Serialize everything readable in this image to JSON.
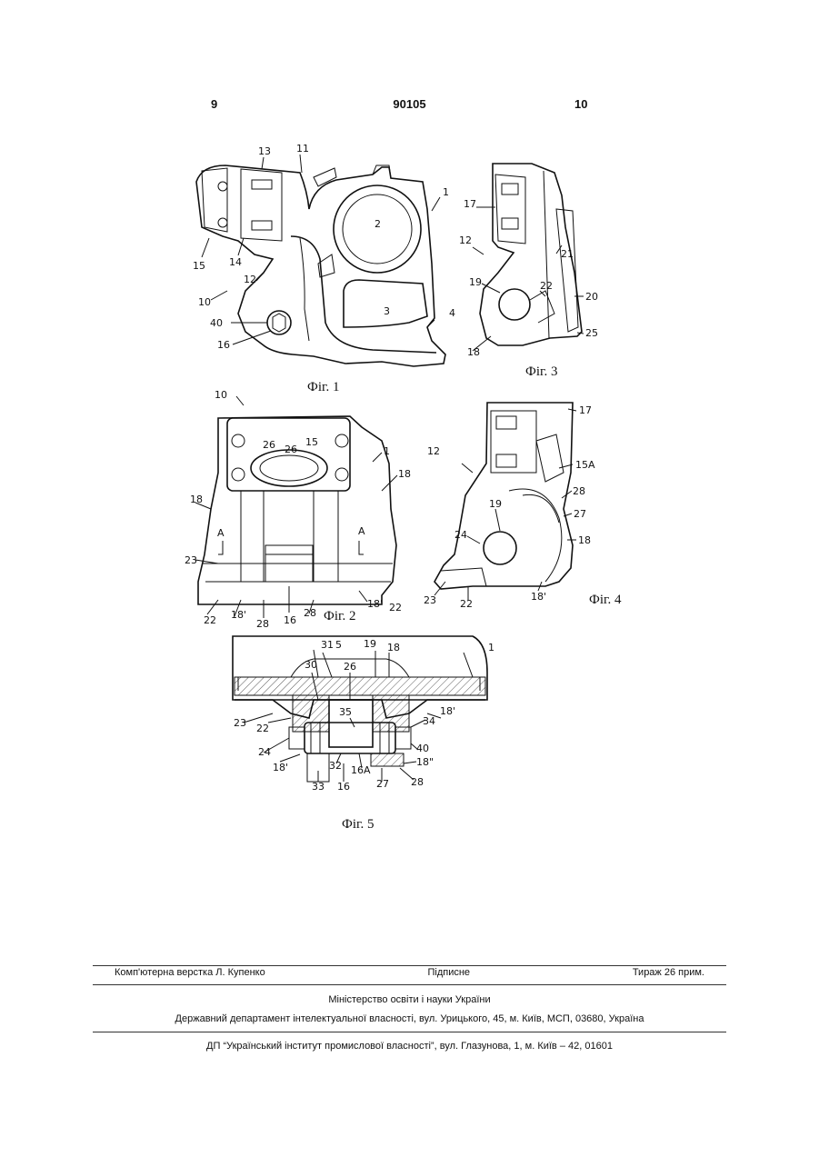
{
  "header": {
    "page_left": "9",
    "doc_number": "90105",
    "page_right": "10"
  },
  "figures": {
    "fig1": {
      "caption": "Фіг. 1",
      "labels": [
        "13",
        "11",
        "1",
        "2",
        "3",
        "4",
        "15",
        "14",
        "12",
        "10",
        "40",
        "16"
      ]
    },
    "fig2": {
      "caption": "Фіг. 2",
      "labels": [
        "10",
        "26",
        "26",
        "15",
        "1",
        "18",
        "18",
        "A",
        "A",
        "23",
        "22",
        "18'",
        "28",
        "16",
        "28",
        "18'",
        "22"
      ]
    },
    "fig3": {
      "caption": "Фіг. 3",
      "labels": [
        "17",
        "12",
        "21",
        "19",
        "22",
        "20",
        "18",
        "25"
      ]
    },
    "fig4": {
      "caption": "Фіг. 4",
      "labels": [
        "17",
        "12",
        "15A",
        "28",
        "27",
        "19",
        "24",
        "18",
        "23",
        "22",
        "18'"
      ]
    },
    "fig5": {
      "caption": "Фіг. 5",
      "labels": [
        "31",
        "5",
        "19",
        "18",
        "1",
        "30",
        "26",
        "23",
        "22",
        "35",
        "18'",
        "34",
        "24",
        "40",
        "18'",
        "32",
        "16A",
        "18\"",
        "33",
        "16",
        "27",
        "28"
      ]
    }
  },
  "footer": {
    "typesetting": "Комп'ютерна верстка Л. Купенко",
    "signed": "Підписне",
    "circulation": "Тираж 26 прим.",
    "ministry": "Міністерство освіти і науки України",
    "department": "Державний департамент інтелектуальної власності, вул. Урицького, 45, м. Київ, МСП, 03680, Україна",
    "institute": "ДП “Український інститут промислової власності”, вул. Глазунова, 1, м. Київ – 42, 01601"
  }
}
